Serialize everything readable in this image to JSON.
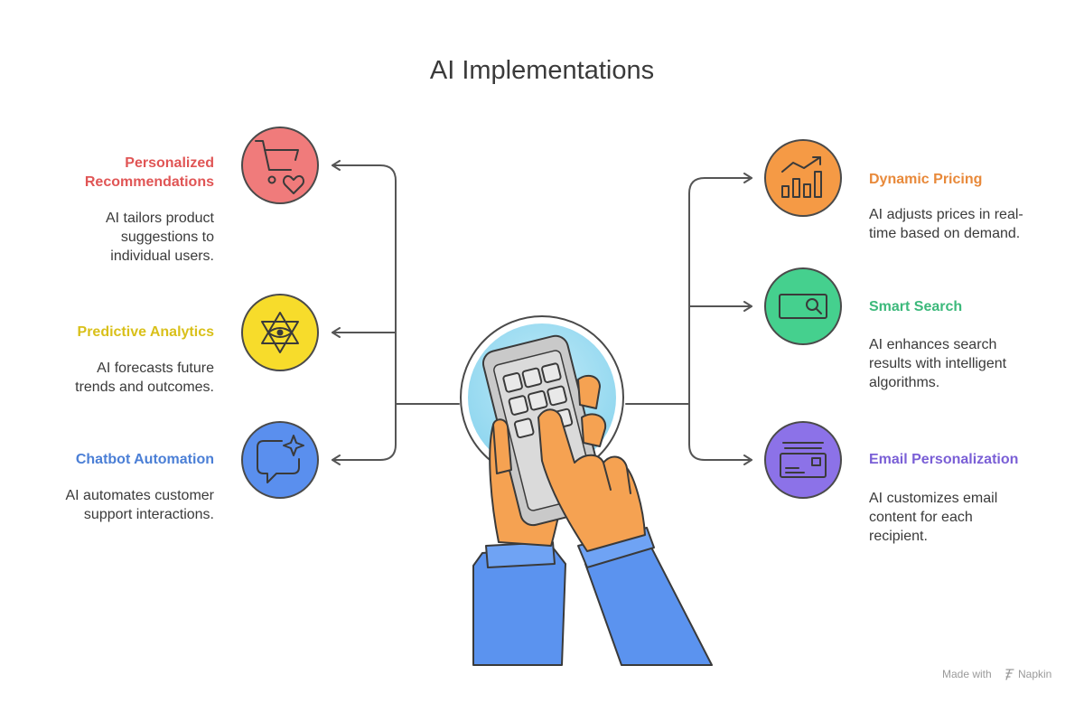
{
  "title": "AI Implementations",
  "center": {
    "icon": "hands-tapping-phone-icon"
  },
  "colors": {
    "red": "#f07b7b",
    "yellow": "#f7dc2b",
    "blue": "#5a8fee",
    "orange": "#f59a45",
    "green": "#45d08e",
    "purple": "#8c72e8",
    "label_red": "#e05555",
    "label_yellow": "#d9c01a",
    "label_blue": "#4b7fd6",
    "label_orange": "#e8893a",
    "label_green": "#3cb97b",
    "label_purple": "#7a5fd6"
  },
  "left_items": [
    {
      "label_lines": [
        "Personalized",
        "Recommendations"
      ],
      "desc_lines": [
        "AI tailors product",
        "suggestions to",
        "individual users."
      ],
      "icon": "cart-heart-icon"
    },
    {
      "label_lines": [
        "Predictive Analytics"
      ],
      "desc_lines": [
        "AI forecasts future",
        "trends and outcomes."
      ],
      "icon": "star-eye-icon"
    },
    {
      "label_lines": [
        "Chatbot Automation"
      ],
      "desc_lines": [
        "AI automates customer",
        "support interactions."
      ],
      "icon": "chat-sparkle-icon"
    }
  ],
  "right_items": [
    {
      "label_lines": [
        "Dynamic Pricing"
      ],
      "desc_lines": [
        "AI adjusts prices in real-",
        "time based on demand."
      ],
      "icon": "bar-chart-trend-icon"
    },
    {
      "label_lines": [
        "Smart Search"
      ],
      "desc_lines": [
        "AI enhances search",
        "results with intelligent",
        "algorithms."
      ],
      "icon": "search-card-icon"
    },
    {
      "label_lines": [
        "Email Personalization"
      ],
      "desc_lines": [
        "AI customizes email",
        "content for each",
        "recipient."
      ],
      "icon": "email-card-icon"
    }
  ],
  "watermark": {
    "text": "Made with",
    "brand": "Napkin",
    "icon": "napkin-logo-icon"
  }
}
